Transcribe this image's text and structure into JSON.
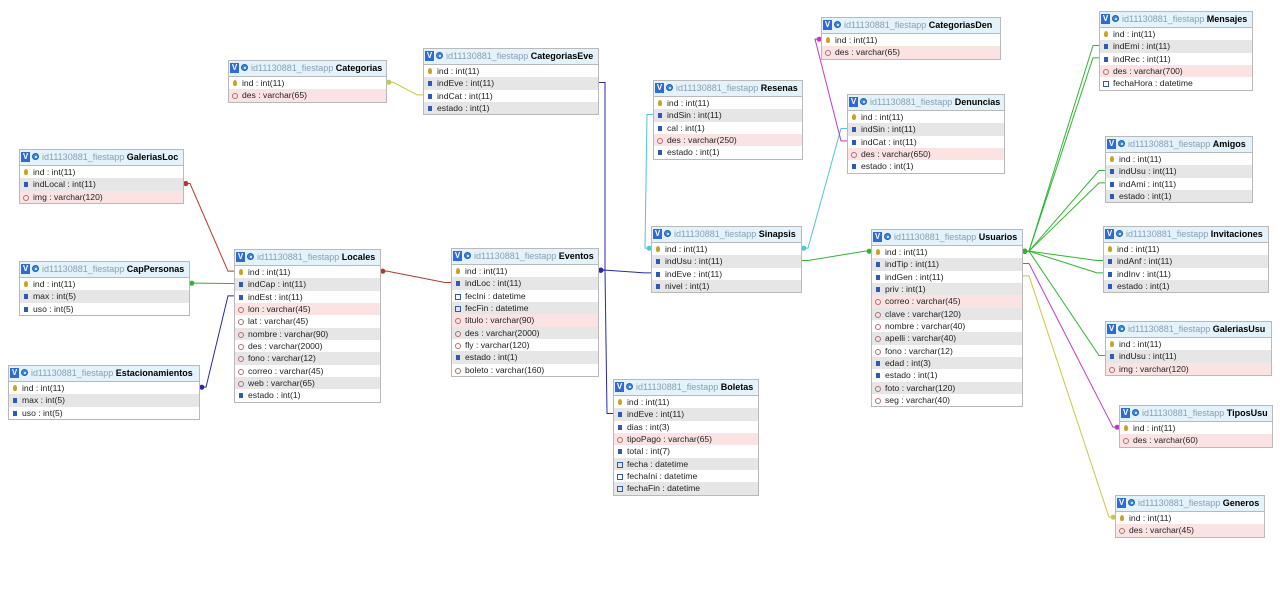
{
  "app": {
    "db_prefix": "id11130881_fiestapp",
    "toggle_glyph": "V"
  },
  "colors": {
    "header_bg": "#e3f2fb",
    "alt_row": "#e6e6e6",
    "string_row": "#fbe3e3",
    "link_red": "#b23a2a",
    "link_navy": "#2a2aa6",
    "link_green": "#2fb52f",
    "link_cyan": "#4fc3e0",
    "link_olive": "#c8c84a",
    "link_magenta": "#c03bc8"
  },
  "tables": [
    {
      "name": "Categorias",
      "columns": [
        {
          "text": "ind : int(11)",
          "icon": "key-icon",
          "bg": "white"
        },
        {
          "text": "des : varchar(65)",
          "icon": "text-icon",
          "bg": "pink"
        }
      ]
    },
    {
      "name": "CategoriasEve",
      "columns": [
        {
          "text": "ind : int(11)",
          "icon": "key-icon",
          "bg": "white"
        },
        {
          "text": "indEve : int(11)",
          "icon": "number-icon",
          "bg": "gray"
        },
        {
          "text": "indCat : int(11)",
          "icon": "number-icon",
          "bg": "white"
        },
        {
          "text": "estado : int(1)",
          "icon": "number-icon",
          "bg": "gray"
        }
      ]
    },
    {
      "name": "GaleriasLoc",
      "columns": [
        {
          "text": "ind : int(11)",
          "icon": "key-icon",
          "bg": "white"
        },
        {
          "text": "indLocal : int(11)",
          "icon": "number-icon",
          "bg": "gray"
        },
        {
          "text": "img : varchar(120)",
          "icon": "text-icon",
          "bg": "pink"
        }
      ]
    },
    {
      "name": "CapPersonas",
      "columns": [
        {
          "text": "ind : int(11)",
          "icon": "key-icon",
          "bg": "white"
        },
        {
          "text": "max : int(5)",
          "icon": "number-icon",
          "bg": "gray"
        },
        {
          "text": "uso : int(5)",
          "icon": "number-icon",
          "bg": "white"
        }
      ]
    },
    {
      "name": "Estacionamientos",
      "columns": [
        {
          "text": "ind : int(11)",
          "icon": "key-icon",
          "bg": "white"
        },
        {
          "text": "max : int(5)",
          "icon": "number-icon",
          "bg": "gray"
        },
        {
          "text": "uso : int(5)",
          "icon": "number-icon",
          "bg": "white"
        }
      ]
    },
    {
      "name": "Locales",
      "columns": [
        {
          "text": "ind : int(11)",
          "icon": "key-icon",
          "bg": "white"
        },
        {
          "text": "indCap : int(11)",
          "icon": "number-icon",
          "bg": "gray"
        },
        {
          "text": "indEst : int(11)",
          "icon": "number-icon",
          "bg": "white"
        },
        {
          "text": "lon : varchar(45)",
          "icon": "text-icon",
          "bg": "pink"
        },
        {
          "text": "lat : varchar(45)",
          "icon": "text-icon",
          "bg": "white"
        },
        {
          "text": "nombre : varchar(90)",
          "icon": "text-icon",
          "bg": "gray"
        },
        {
          "text": "des : varchar(2000)",
          "icon": "text-icon",
          "bg": "white"
        },
        {
          "text": "fono : varchar(12)",
          "icon": "text-icon",
          "bg": "gray"
        },
        {
          "text": "correo : varchar(45)",
          "icon": "text-icon",
          "bg": "white"
        },
        {
          "text": "web : varchar(65)",
          "icon": "text-icon",
          "bg": "gray"
        },
        {
          "text": "estado : int(1)",
          "icon": "number-icon",
          "bg": "white"
        }
      ]
    },
    {
      "name": "Eventos",
      "columns": [
        {
          "text": "ind : int(11)",
          "icon": "key-icon",
          "bg": "white"
        },
        {
          "text": "indLoc : int(11)",
          "icon": "number-icon",
          "bg": "gray"
        },
        {
          "text": "fecIni : datetime",
          "icon": "date-icon",
          "bg": "white"
        },
        {
          "text": "fecFin : datetime",
          "icon": "date-icon",
          "bg": "gray"
        },
        {
          "text": "titulo : varchar(90)",
          "icon": "text-icon",
          "bg": "pink"
        },
        {
          "text": "des : varchar(2000)",
          "icon": "text-icon",
          "bg": "gray"
        },
        {
          "text": "fly : varchar(120)",
          "icon": "text-icon",
          "bg": "white"
        },
        {
          "text": "estado : int(1)",
          "icon": "number-icon",
          "bg": "gray"
        },
        {
          "text": "boleto : varchar(160)",
          "icon": "text-icon",
          "bg": "white"
        }
      ]
    },
    {
      "name": "Resenas",
      "columns": [
        {
          "text": "ind : int(11)",
          "icon": "key-icon",
          "bg": "white"
        },
        {
          "text": "indSin : int(11)",
          "icon": "number-icon",
          "bg": "gray"
        },
        {
          "text": "cal : int(1)",
          "icon": "number-icon",
          "bg": "white"
        },
        {
          "text": "des : varchar(250)",
          "icon": "text-icon",
          "bg": "pink"
        },
        {
          "text": "estado : int(1)",
          "icon": "number-icon",
          "bg": "white"
        }
      ]
    },
    {
      "name": "Sinapsis",
      "columns": [
        {
          "text": "ind : int(11)",
          "icon": "key-icon",
          "bg": "white"
        },
        {
          "text": "indUsu : int(11)",
          "icon": "number-icon",
          "bg": "gray"
        },
        {
          "text": "indEve : int(11)",
          "icon": "number-icon",
          "bg": "white"
        },
        {
          "text": "nivel : int(1)",
          "icon": "number-icon",
          "bg": "gray"
        }
      ]
    },
    {
      "name": "Boletas",
      "columns": [
        {
          "text": "ind : int(11)",
          "icon": "key-icon",
          "bg": "white"
        },
        {
          "text": "indEve : int(11)",
          "icon": "number-icon",
          "bg": "gray"
        },
        {
          "text": "dias : int(3)",
          "icon": "number-icon",
          "bg": "white"
        },
        {
          "text": "tipoPago : varchar(65)",
          "icon": "text-icon",
          "bg": "pink"
        },
        {
          "text": "total : int(7)",
          "icon": "number-icon",
          "bg": "white"
        },
        {
          "text": "fecha : datetime",
          "icon": "date-icon",
          "bg": "gray"
        },
        {
          "text": "fechaIni : datetime",
          "icon": "date-icon",
          "bg": "white"
        },
        {
          "text": "fechaFin : datetime",
          "icon": "date-icon",
          "bg": "gray"
        }
      ]
    },
    {
      "name": "CategoriasDen",
      "columns": [
        {
          "text": "ind : int(11)",
          "icon": "key-icon",
          "bg": "white"
        },
        {
          "text": "des : varchar(65)",
          "icon": "text-icon",
          "bg": "pink"
        }
      ]
    },
    {
      "name": "Denuncias",
      "columns": [
        {
          "text": "ind : int(11)",
          "icon": "key-icon",
          "bg": "white"
        },
        {
          "text": "indSin : int(11)",
          "icon": "number-icon",
          "bg": "gray"
        },
        {
          "text": "indCat : int(11)",
          "icon": "number-icon",
          "bg": "white"
        },
        {
          "text": "des : varchar(650)",
          "icon": "text-icon",
          "bg": "pink"
        },
        {
          "text": "estado : int(1)",
          "icon": "number-icon",
          "bg": "white"
        }
      ]
    },
    {
      "name": "Usuarios",
      "columns": [
        {
          "text": "ind : int(11)",
          "icon": "key-icon",
          "bg": "white"
        },
        {
          "text": "indTip : int(11)",
          "icon": "number-icon",
          "bg": "gray"
        },
        {
          "text": "indGen : int(11)",
          "icon": "number-icon",
          "bg": "white"
        },
        {
          "text": "priv : int(1)",
          "icon": "number-icon",
          "bg": "gray"
        },
        {
          "text": "correo : varchar(45)",
          "icon": "text-icon",
          "bg": "pink"
        },
        {
          "text": "clave : varchar(120)",
          "icon": "text-icon",
          "bg": "gray"
        },
        {
          "text": "nombre : varchar(40)",
          "icon": "text-icon",
          "bg": "white"
        },
        {
          "text": "apelli : varchar(40)",
          "icon": "text-icon",
          "bg": "gray"
        },
        {
          "text": "fono : varchar(12)",
          "icon": "text-icon",
          "bg": "white"
        },
        {
          "text": "edad : int(3)",
          "icon": "number-icon",
          "bg": "gray"
        },
        {
          "text": "estado : int(1)",
          "icon": "number-icon",
          "bg": "white"
        },
        {
          "text": "foto : varchar(120)",
          "icon": "text-icon",
          "bg": "gray"
        },
        {
          "text": "seg : varchar(40)",
          "icon": "text-icon",
          "bg": "white"
        }
      ]
    },
    {
      "name": "Mensajes",
      "columns": [
        {
          "text": "ind : int(11)",
          "icon": "key-icon",
          "bg": "white"
        },
        {
          "text": "indEmi : int(11)",
          "icon": "number-icon",
          "bg": "gray"
        },
        {
          "text": "indRec : int(11)",
          "icon": "number-icon",
          "bg": "white"
        },
        {
          "text": "des : varchar(700)",
          "icon": "text-icon",
          "bg": "pink"
        },
        {
          "text": "fechaHora : datetime",
          "icon": "date-icon",
          "bg": "white"
        }
      ]
    },
    {
      "name": "Amigos",
      "columns": [
        {
          "text": "ind : int(11)",
          "icon": "key-icon",
          "bg": "white"
        },
        {
          "text": "indUsu : int(11)",
          "icon": "number-icon",
          "bg": "gray"
        },
        {
          "text": "indAmi : int(11)",
          "icon": "number-icon",
          "bg": "white"
        },
        {
          "text": "estado : int(1)",
          "icon": "number-icon",
          "bg": "gray"
        }
      ]
    },
    {
      "name": "Invitaciones",
      "columns": [
        {
          "text": "ind : int(11)",
          "icon": "key-icon",
          "bg": "white"
        },
        {
          "text": "indAnf : int(11)",
          "icon": "number-icon",
          "bg": "gray"
        },
        {
          "text": "indInv : int(11)",
          "icon": "number-icon",
          "bg": "white"
        },
        {
          "text": "estado : int(1)",
          "icon": "number-icon",
          "bg": "gray"
        }
      ]
    },
    {
      "name": "GaleriasUsu",
      "columns": [
        {
          "text": "ind : int(11)",
          "icon": "key-icon",
          "bg": "white"
        },
        {
          "text": "indUsu : int(11)",
          "icon": "number-icon",
          "bg": "gray"
        },
        {
          "text": "img : varchar(120)",
          "icon": "text-icon",
          "bg": "pink"
        }
      ]
    },
    {
      "name": "TiposUsu",
      "columns": [
        {
          "text": "ind : int(11)",
          "icon": "key-icon",
          "bg": "white"
        },
        {
          "text": "des : varchar(60)",
          "icon": "text-icon",
          "bg": "pink"
        }
      ]
    },
    {
      "name": "Generos",
      "columns": [
        {
          "text": "ind : int(11)",
          "icon": "key-icon",
          "bg": "white"
        },
        {
          "text": "des : varchar(45)",
          "icon": "text-icon",
          "bg": "pink"
        }
      ]
    }
  ],
  "relations": [
    {
      "from": "CategoriasEve",
      "from_col": "indCat",
      "to": "Categorias",
      "to_col": "ind",
      "color": "olive"
    },
    {
      "from": "CategoriasEve",
      "from_col": "indEve",
      "to": "Eventos",
      "to_col": "ind",
      "color": "navy"
    },
    {
      "from": "Locales",
      "from_col": "ind",
      "to": "GaleriasLoc",
      "to_col": "indLocal",
      "color": "red"
    },
    {
      "from": "Locales",
      "from_col": "indCap",
      "to": "CapPersonas",
      "to_col": "ind",
      "color": "green"
    },
    {
      "from": "Locales",
      "from_col": "indEst",
      "to": "Estacionamientos",
      "to_col": "ind",
      "color": "navy"
    },
    {
      "from": "Eventos",
      "from_col": "indLoc",
      "to": "Locales",
      "to_col": "ind",
      "color": "red"
    },
    {
      "from": "Boletas",
      "from_col": "indEve",
      "to": "Eventos",
      "to_col": "ind",
      "color": "navy"
    },
    {
      "from": "Sinapsis",
      "from_col": "indEve",
      "to": "Eventos",
      "to_col": "ind",
      "color": "navy"
    },
    {
      "from": "Resenas",
      "from_col": "indSin",
      "to": "Sinapsis",
      "to_col": "ind",
      "color": "cyan"
    },
    {
      "from": "Denuncias",
      "from_col": "indSin",
      "to": "Sinapsis",
      "to_col": "ind",
      "color": "cyan"
    },
    {
      "from": "Denuncias",
      "from_col": "indCat",
      "to": "CategoriasDen",
      "to_col": "ind",
      "color": "magenta"
    },
    {
      "from": "Sinapsis",
      "from_col": "indUsu",
      "to": "Usuarios",
      "to_col": "ind",
      "color": "green"
    },
    {
      "from": "Mensajes",
      "from_col": "indEmi",
      "to": "Usuarios",
      "to_col": "ind",
      "color": "green"
    },
    {
      "from": "Mensajes",
      "from_col": "indRec",
      "to": "Usuarios",
      "to_col": "ind",
      "color": "green"
    },
    {
      "from": "Amigos",
      "from_col": "indUsu",
      "to": "Usuarios",
      "to_col": "ind",
      "color": "green"
    },
    {
      "from": "Amigos",
      "from_col": "indAmi",
      "to": "Usuarios",
      "to_col": "ind",
      "color": "green"
    },
    {
      "from": "Invitaciones",
      "from_col": "indAnf",
      "to": "Usuarios",
      "to_col": "ind",
      "color": "green"
    },
    {
      "from": "Invitaciones",
      "from_col": "indInv",
      "to": "Usuarios",
      "to_col": "ind",
      "color": "green"
    },
    {
      "from": "GaleriasUsu",
      "from_col": "indUsu",
      "to": "Usuarios",
      "to_col": "ind",
      "color": "green"
    },
    {
      "from": "Usuarios",
      "from_col": "indTip",
      "to": "TiposUsu",
      "to_col": "ind",
      "color": "magenta"
    },
    {
      "from": "Usuarios",
      "from_col": "indGen",
      "to": "Generos",
      "to_col": "ind",
      "color": "olive"
    }
  ]
}
